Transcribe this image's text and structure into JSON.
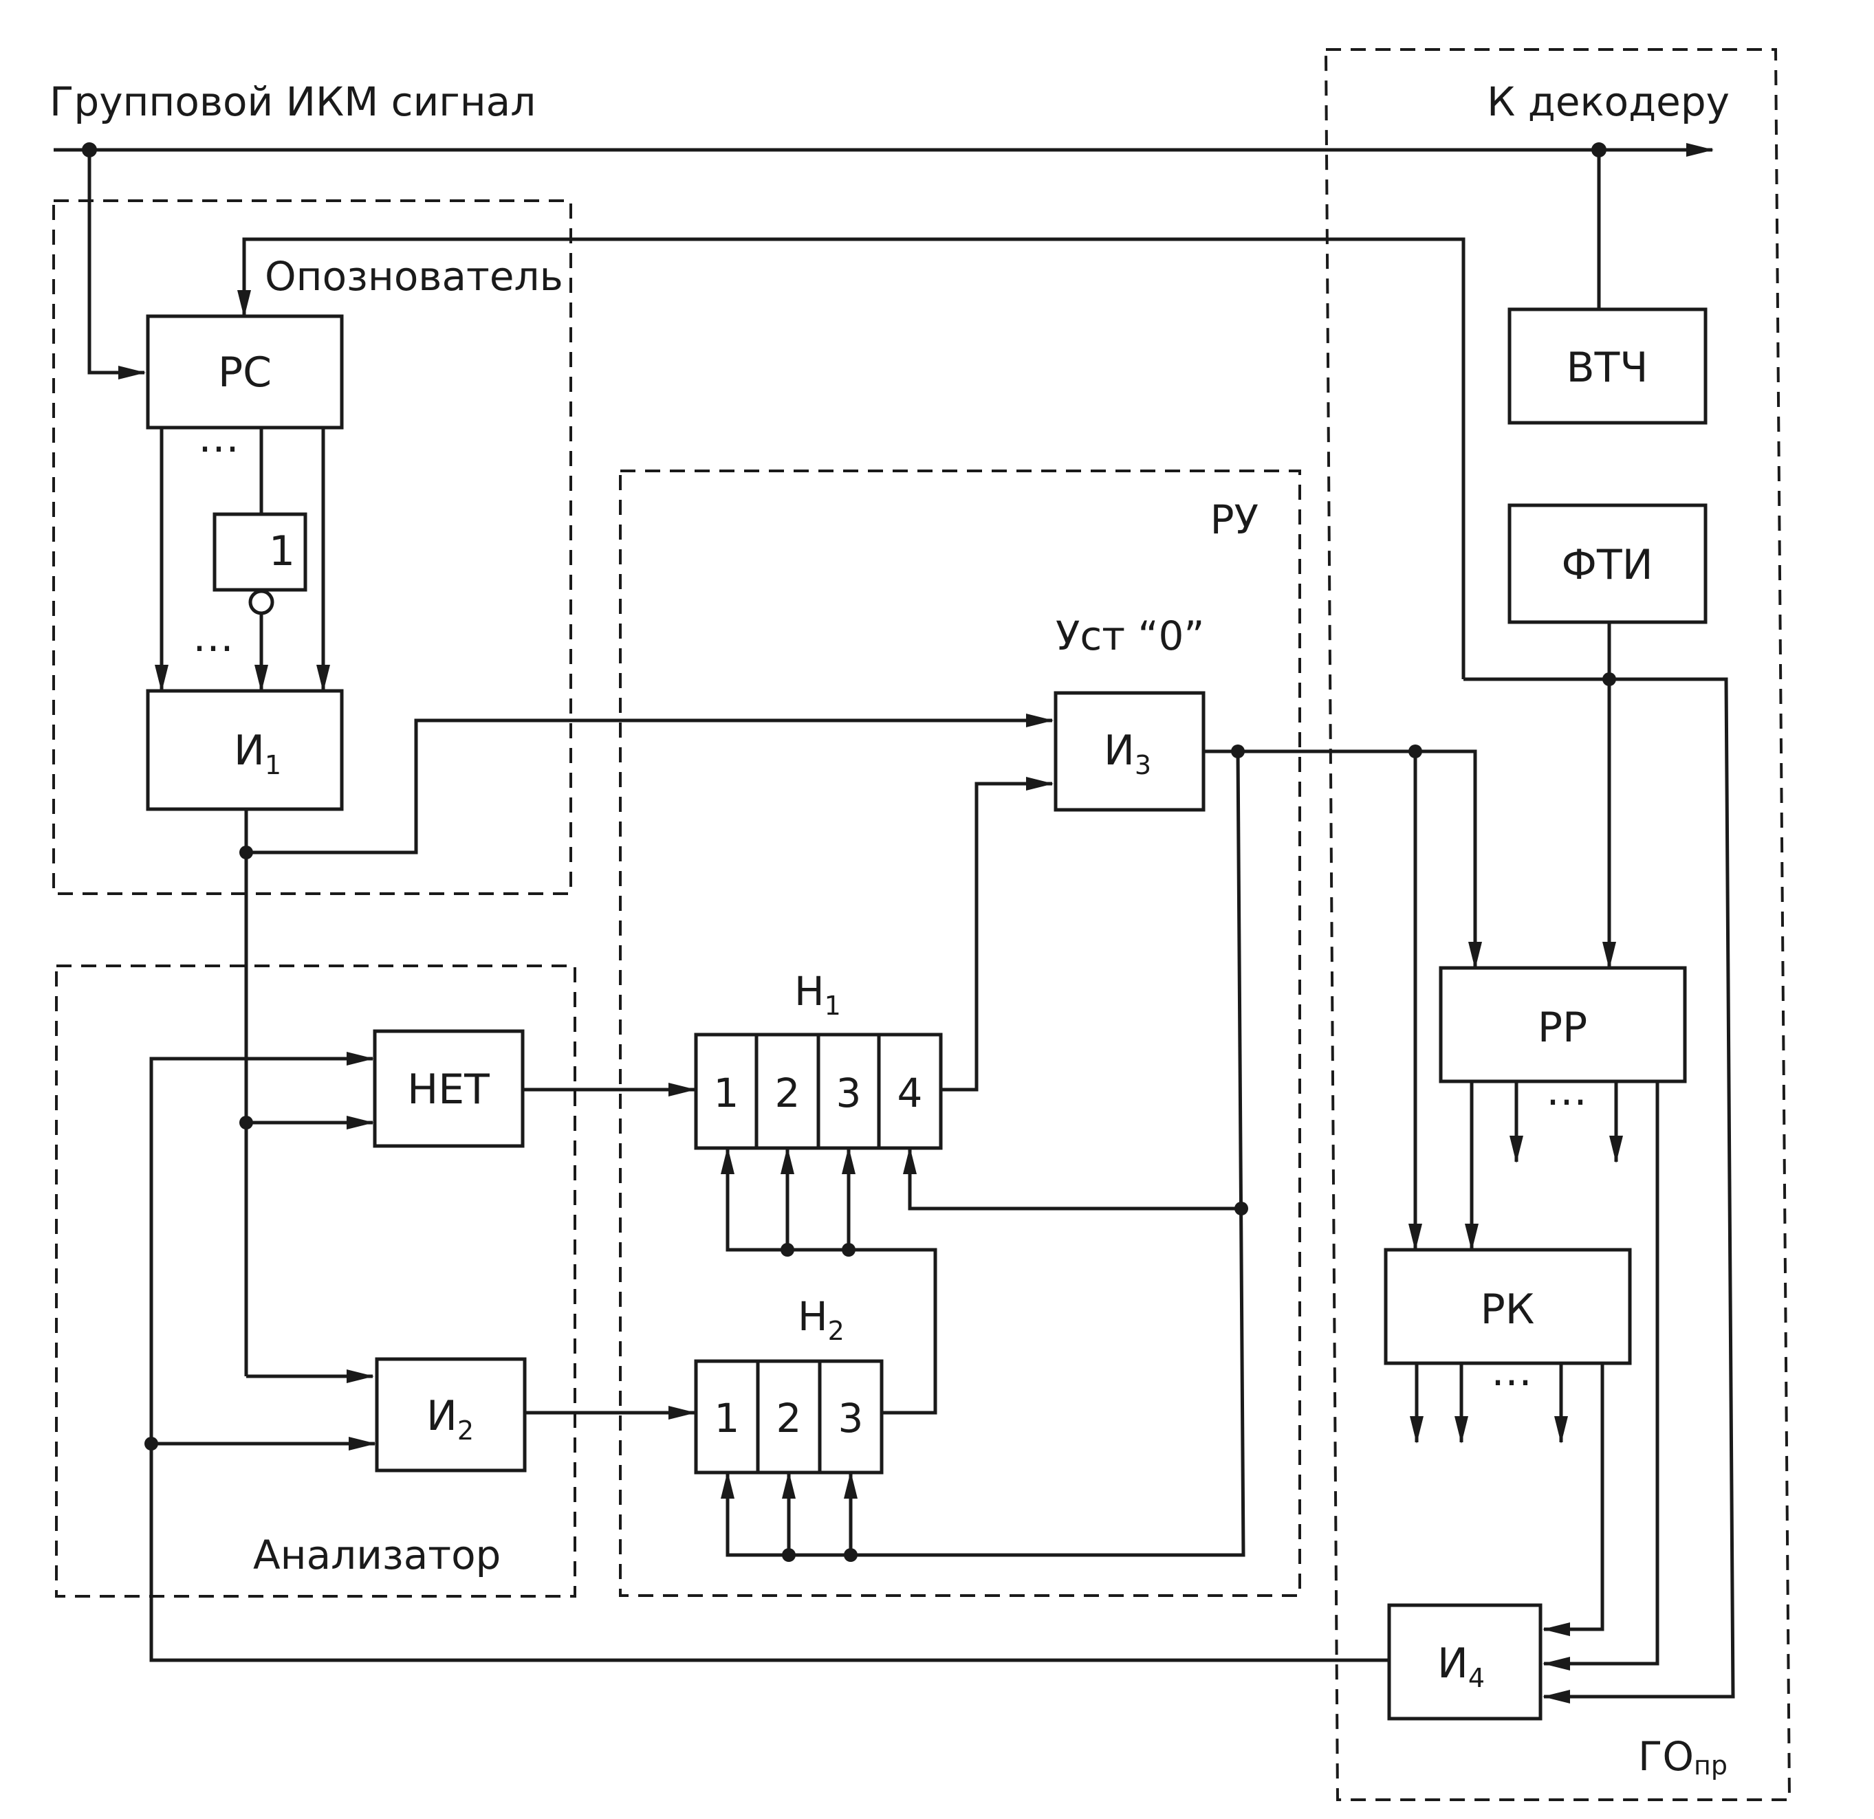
{
  "labels": {
    "input_signal": "Групповой ИКМ сигнал",
    "to_decoder": "К декодеру",
    "identifier": "Опознователь",
    "analyzer": "Анализатор",
    "ru": "РУ",
    "reset": "Уст “0”",
    "go_main": "ГО",
    "go_sub": "пр"
  },
  "blocks": {
    "rs": "РС",
    "inv": "1",
    "and1": "И",
    "and1_sub": "1",
    "and2": "И",
    "and2_sub": "2",
    "and3": "И",
    "and3_sub": "3",
    "and4": "И",
    "and4_sub": "4",
    "net": "НЕТ",
    "vtch": "ВТЧ",
    "fti": "ФТИ",
    "rr": "РР",
    "rk": "РК"
  },
  "counters": {
    "n1_label": "Н",
    "n1_sub": "1",
    "n1_cells": [
      "1",
      "2",
      "3",
      "4"
    ],
    "n2_label": "Н",
    "n2_sub": "2",
    "n2_cells": [
      "1",
      "2",
      "3"
    ]
  },
  "ellipsis": "⋯"
}
